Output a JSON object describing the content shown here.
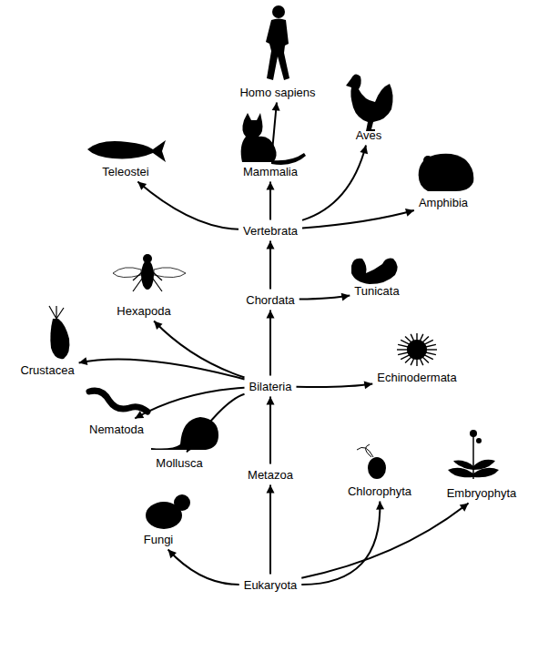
{
  "diagram": {
    "nodes": [
      {
        "text": [
          "Homo sapiens"
        ]
      },
      {
        "text": [
          "Aves"
        ]
      },
      {
        "text": [
          "Teleostei"
        ]
      },
      {
        "text": [
          "Mammalia"
        ]
      },
      {
        "text": [
          "Amphibia"
        ]
      },
      {
        "text": [
          "Vertebrata"
        ]
      },
      {
        "text": [
          "Tunicata"
        ]
      },
      {
        "text": [
          "Hexapoda"
        ]
      },
      {
        "text": [
          "Chordata"
        ]
      },
      {
        "text": [
          "Crustacea"
        ]
      },
      {
        "text": [
          "Echinodermata"
        ]
      },
      {
        "text": [
          "Bilateria"
        ]
      },
      {
        "text": [
          "Nematoda"
        ]
      },
      {
        "text": [
          "Mollusca"
        ]
      },
      {
        "text": [
          "Metazoa"
        ]
      },
      {
        "text": [
          "Chlorophyta"
        ]
      },
      {
        "text": [
          "Embryophyta"
        ]
      },
      {
        "text": [
          "Fungi"
        ]
      },
      {
        "text": [
          "Eukaryota"
        ]
      }
    ],
    "edges": [
      {
        "from": 18,
        "to": 14,
        "arrow": "to"
      },
      {
        "from": 18,
        "to": 17,
        "arrow": "to"
      },
      {
        "from": 18,
        "to": 15,
        "arrow": "to"
      },
      {
        "from": 18,
        "to": 16,
        "arrow": "to"
      },
      {
        "from": 14,
        "to": 11,
        "arrow": "to"
      },
      {
        "from": 11,
        "to": 8,
        "arrow": "to"
      },
      {
        "from": 11,
        "to": 10,
        "arrow": "to"
      },
      {
        "from": 11,
        "to": 9,
        "arrow": "to"
      },
      {
        "from": 11,
        "to": 7,
        "arrow": "to"
      },
      {
        "from": 11,
        "to": 12,
        "arrow": "to"
      },
      {
        "from": 11,
        "to": 13,
        "arrow": "to"
      },
      {
        "from": 8,
        "to": 5,
        "arrow": "to"
      },
      {
        "from": 8,
        "to": 6,
        "arrow": "to"
      },
      {
        "from": 5,
        "to": 2,
        "arrow": "to"
      },
      {
        "from": 5,
        "to": 3,
        "arrow": "to"
      },
      {
        "from": 5,
        "to": 1,
        "arrow": "to"
      },
      {
        "from": 5,
        "to": 4,
        "arrow": "to"
      },
      {
        "from": 3,
        "to": 0,
        "arrow": "to"
      }
    ]
  }
}
